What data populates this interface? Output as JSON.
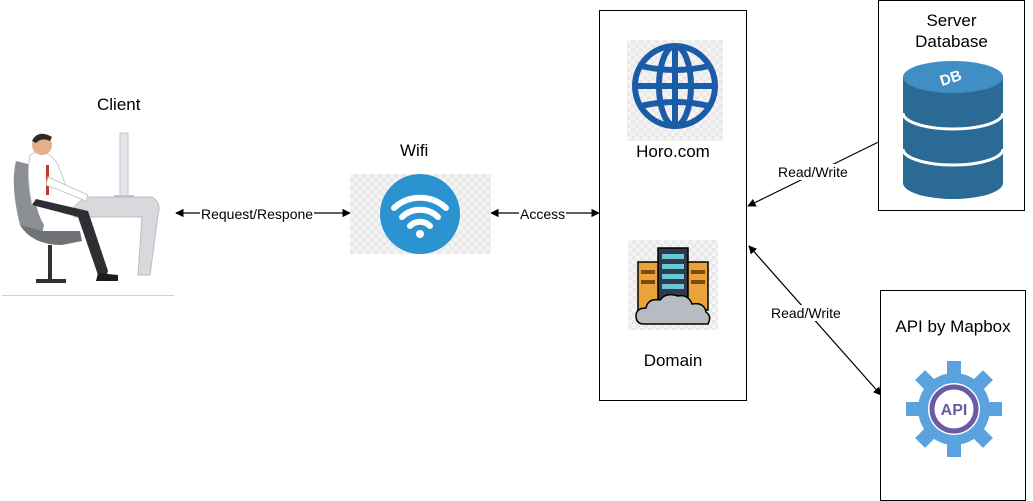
{
  "client": {
    "label": "Client"
  },
  "wifi": {
    "label": "Wifi"
  },
  "server_box": {
    "site_label": "Horo.com",
    "domain_label": "Domain"
  },
  "database": {
    "title_line1": "Server",
    "title_line2": "Database",
    "icon_text": "DB"
  },
  "api": {
    "title": "API by Mapbox",
    "icon_text": "API"
  },
  "edges": {
    "client_wifi": "Request/Respone",
    "wifi_server": "Access",
    "server_db": "Read/Write",
    "server_api": "Read/Write"
  },
  "colors": {
    "globe_blue": "#1b5ca8",
    "wifi_blue": "#2a93d0",
    "db_blue": "#2b6a94",
    "api_gear": "#5aa3df",
    "api_purple": "#6c5aa6"
  }
}
